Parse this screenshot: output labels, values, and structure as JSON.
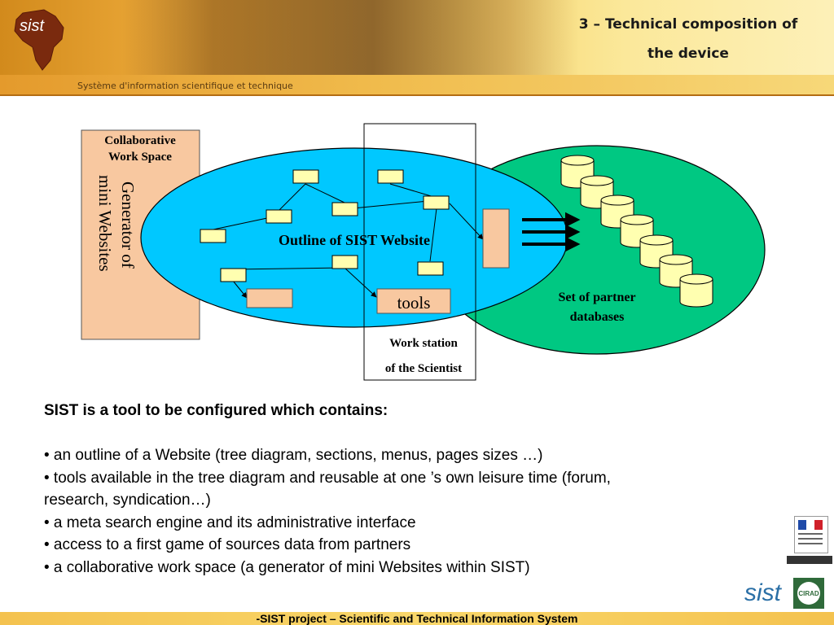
{
  "header": {
    "logo_text": "sist",
    "subtitle": "Système d'information scientifique et technique",
    "title_line1": "3 – Technical composition of",
    "title_line2": "the device"
  },
  "diagram": {
    "collab_title_line1": "Collaborative",
    "collab_title_line2": "Work Space",
    "generator_line1": "Generator of",
    "generator_line2": "mini Websites",
    "outline_label": "Outline of SIST Website",
    "tools_label": "tools",
    "workstation_line1": "Work station",
    "workstation_line2": "of the Scientist",
    "partner_line1": "Set of partner",
    "partner_line2": "databases"
  },
  "content": {
    "heading": "SIST is a tool to be configured which contains:",
    "bullets": [
      "• an outline of a Website (tree diagram, sections, menus, pages sizes …)",
      "• tools available in the tree diagram and reusable at one ’s own leisure time (forum,",
      "research, syndication…)",
      "• a meta search engine and its administrative interface",
      "• access to a first game of sources data from partners",
      "• a collaborative work space (a generator of mini Websites within SIST)"
    ]
  },
  "footer": {
    "text": "-SIST project – Scientific and Technical Information System"
  },
  "corner_logos": {
    "sist_text": "sist",
    "cirad_text": "CIRAD"
  },
  "colors": {
    "ellipse_blue": "#00c8ff",
    "ellipse_green": "#00c882",
    "box_yellow": "#ffffb0",
    "box_peach": "#f8c8a0",
    "cylinder_fill": "#ffffb0"
  }
}
